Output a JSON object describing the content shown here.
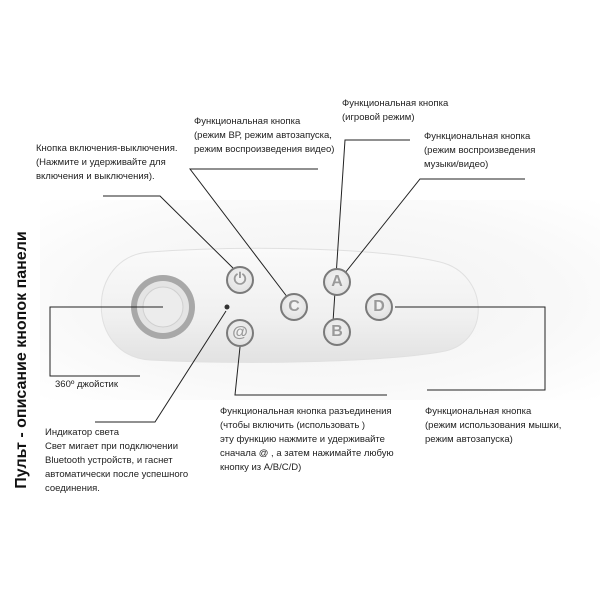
{
  "title": "Пульт - описание кнопок панели",
  "buttons": {
    "power": "⏻",
    "at": "@",
    "c": "C",
    "a": "A",
    "b": "B",
    "d": "D"
  },
  "labels": {
    "power": "Кнопка включения-выключения.\n(Нажмите и удерживайте для\nвключения и выключения).",
    "c_button": "Функциональная кнопка\n(режим ВР, режим автозапуска,\nрежим воспроизведения видео)",
    "game": "Функциональная кнопка\n(игровой режим)",
    "music": "Функциональная кнопка\n(режим воспроизведения\nмузыки/видео)",
    "joystick": "360º джойстик",
    "led": "Индикатор света\nСвет мигает при подключении\nBluetooth устройств, и гаснет\nавтоматически после успешного\nсоединения.",
    "at_button": "Функциональная кнопка разъединения\n(чтобы включить (использовать )\nэту функцию нажмите и удерживайте\nсначала @ , а затем нажимайте любую\nкнопку из A/B/C/D)",
    "mouse": "Функциональная кнопка\n(режим использования мышки,\nрежим автозапуска)"
  }
}
